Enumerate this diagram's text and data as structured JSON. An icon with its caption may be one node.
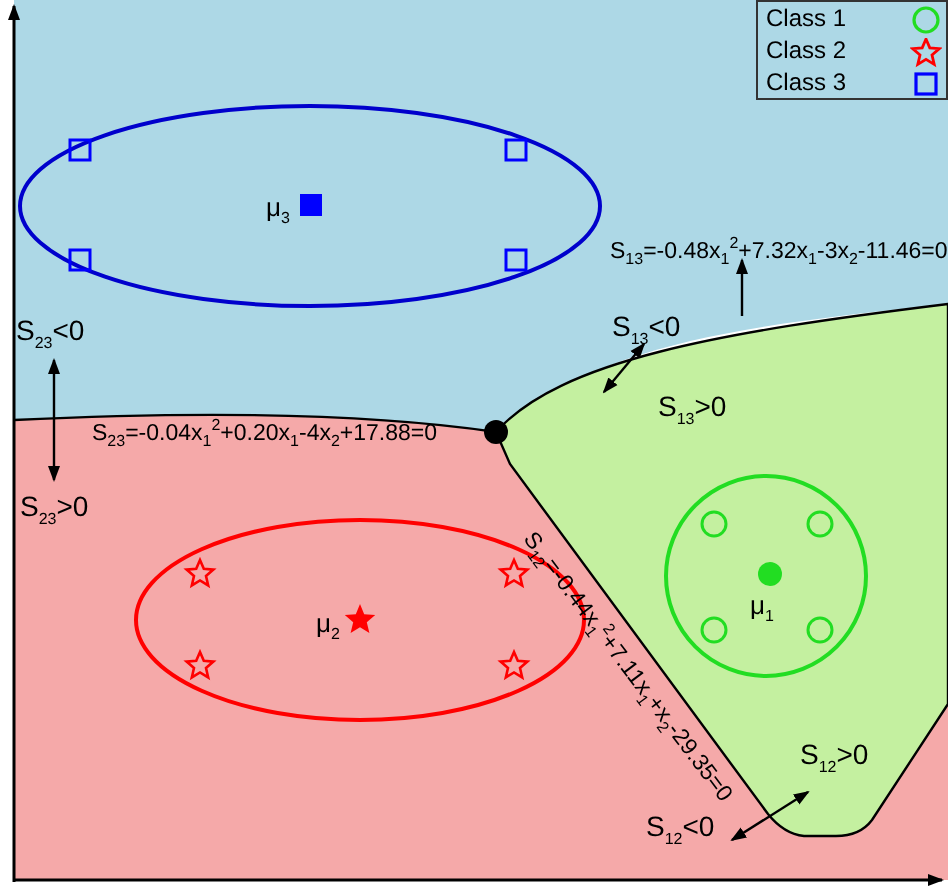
{
  "diagram": {
    "labels": [
      "μ$_{3}$",
      "S$_{13}$=-0.48x$_{1}$$^{2}$+7.32x$_{1}$-3x$_{2}$-11.46=0",
      "S$_{23}$<0",
      "S$_{13}$<0",
      "S$_{13}$>0",
      "S$_{23}$=-0.04x$_{1}$$^{2}$+0.20x$_{1}$-4x$_{2}$+17.88=0",
      "S$_{23}$>0",
      "μ$_{1}$",
      "μ$_{2}$",
      "S$_{12}$=-0.44x$_{1}$$^{2}$+7.11x$_{1}$+x$_{2}$-29.35=0",
      "S$_{12}$>0",
      "S$_{12}$<0"
    ],
    "legend": [
      {
        "text": "Class 1"
      },
      {
        "text": "Class 2"
      },
      {
        "text": "Class 3"
      }
    ]
  }
}
